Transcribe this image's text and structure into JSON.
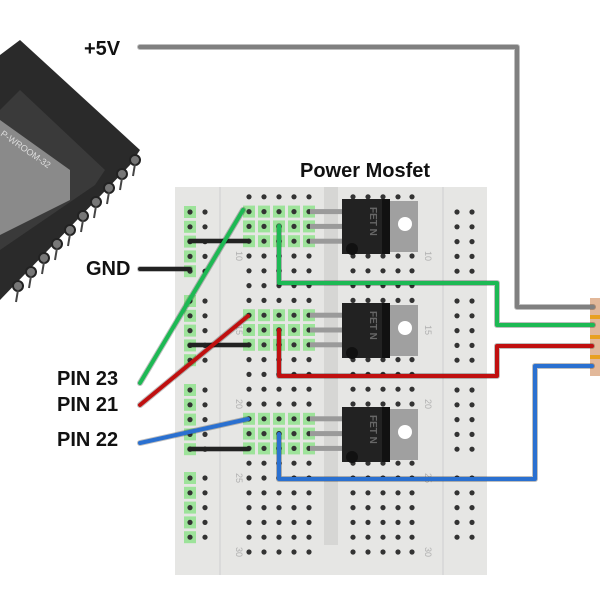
{
  "labels": {
    "power": "+5V",
    "ground": "GND",
    "title": "Power Mosfet",
    "pin23": "PIN 23",
    "pin21": "PIN 21",
    "pin22": "PIN 22"
  },
  "module": {
    "chip_text": "P-WROOM-32"
  },
  "mosfets": [
    {
      "marking": "FET N"
    },
    {
      "marking": "FET N"
    },
    {
      "marking": "FET N"
    }
  ],
  "breadboard": {
    "row_numbers": [
      "10",
      "15",
      "20",
      "25",
      "30"
    ]
  },
  "colors": {
    "wire_5v": "#808080",
    "wire_pin23": "#1db954",
    "wire_pin21": "#c01010",
    "wire_pin22": "#2a70d0",
    "wire_gnd": "#222222",
    "breadboard": "#e6e6e4",
    "hole_highlight": "#9de39a"
  }
}
